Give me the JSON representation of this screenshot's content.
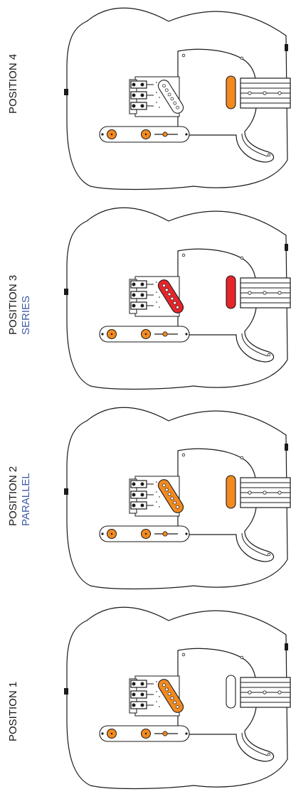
{
  "colors": {
    "orange": "#f28a1f",
    "red": "#e6252b",
    "white": "#ffffff",
    "mode_text": "#3f5aa8"
  },
  "panels": [
    {
      "position": "POSITION 4",
      "mode": "",
      "bridge_pickup": "white",
      "neck_pickup": "orange"
    },
    {
      "position": "POSITION 3",
      "mode": "SERIES",
      "bridge_pickup": "red",
      "neck_pickup": "red"
    },
    {
      "position": "POSITION 2",
      "mode": "PARALLEL",
      "bridge_pickup": "orange",
      "neck_pickup": "orange"
    },
    {
      "position": "POSITION 1",
      "mode": "",
      "bridge_pickup": "orange",
      "neck_pickup": "white"
    }
  ]
}
